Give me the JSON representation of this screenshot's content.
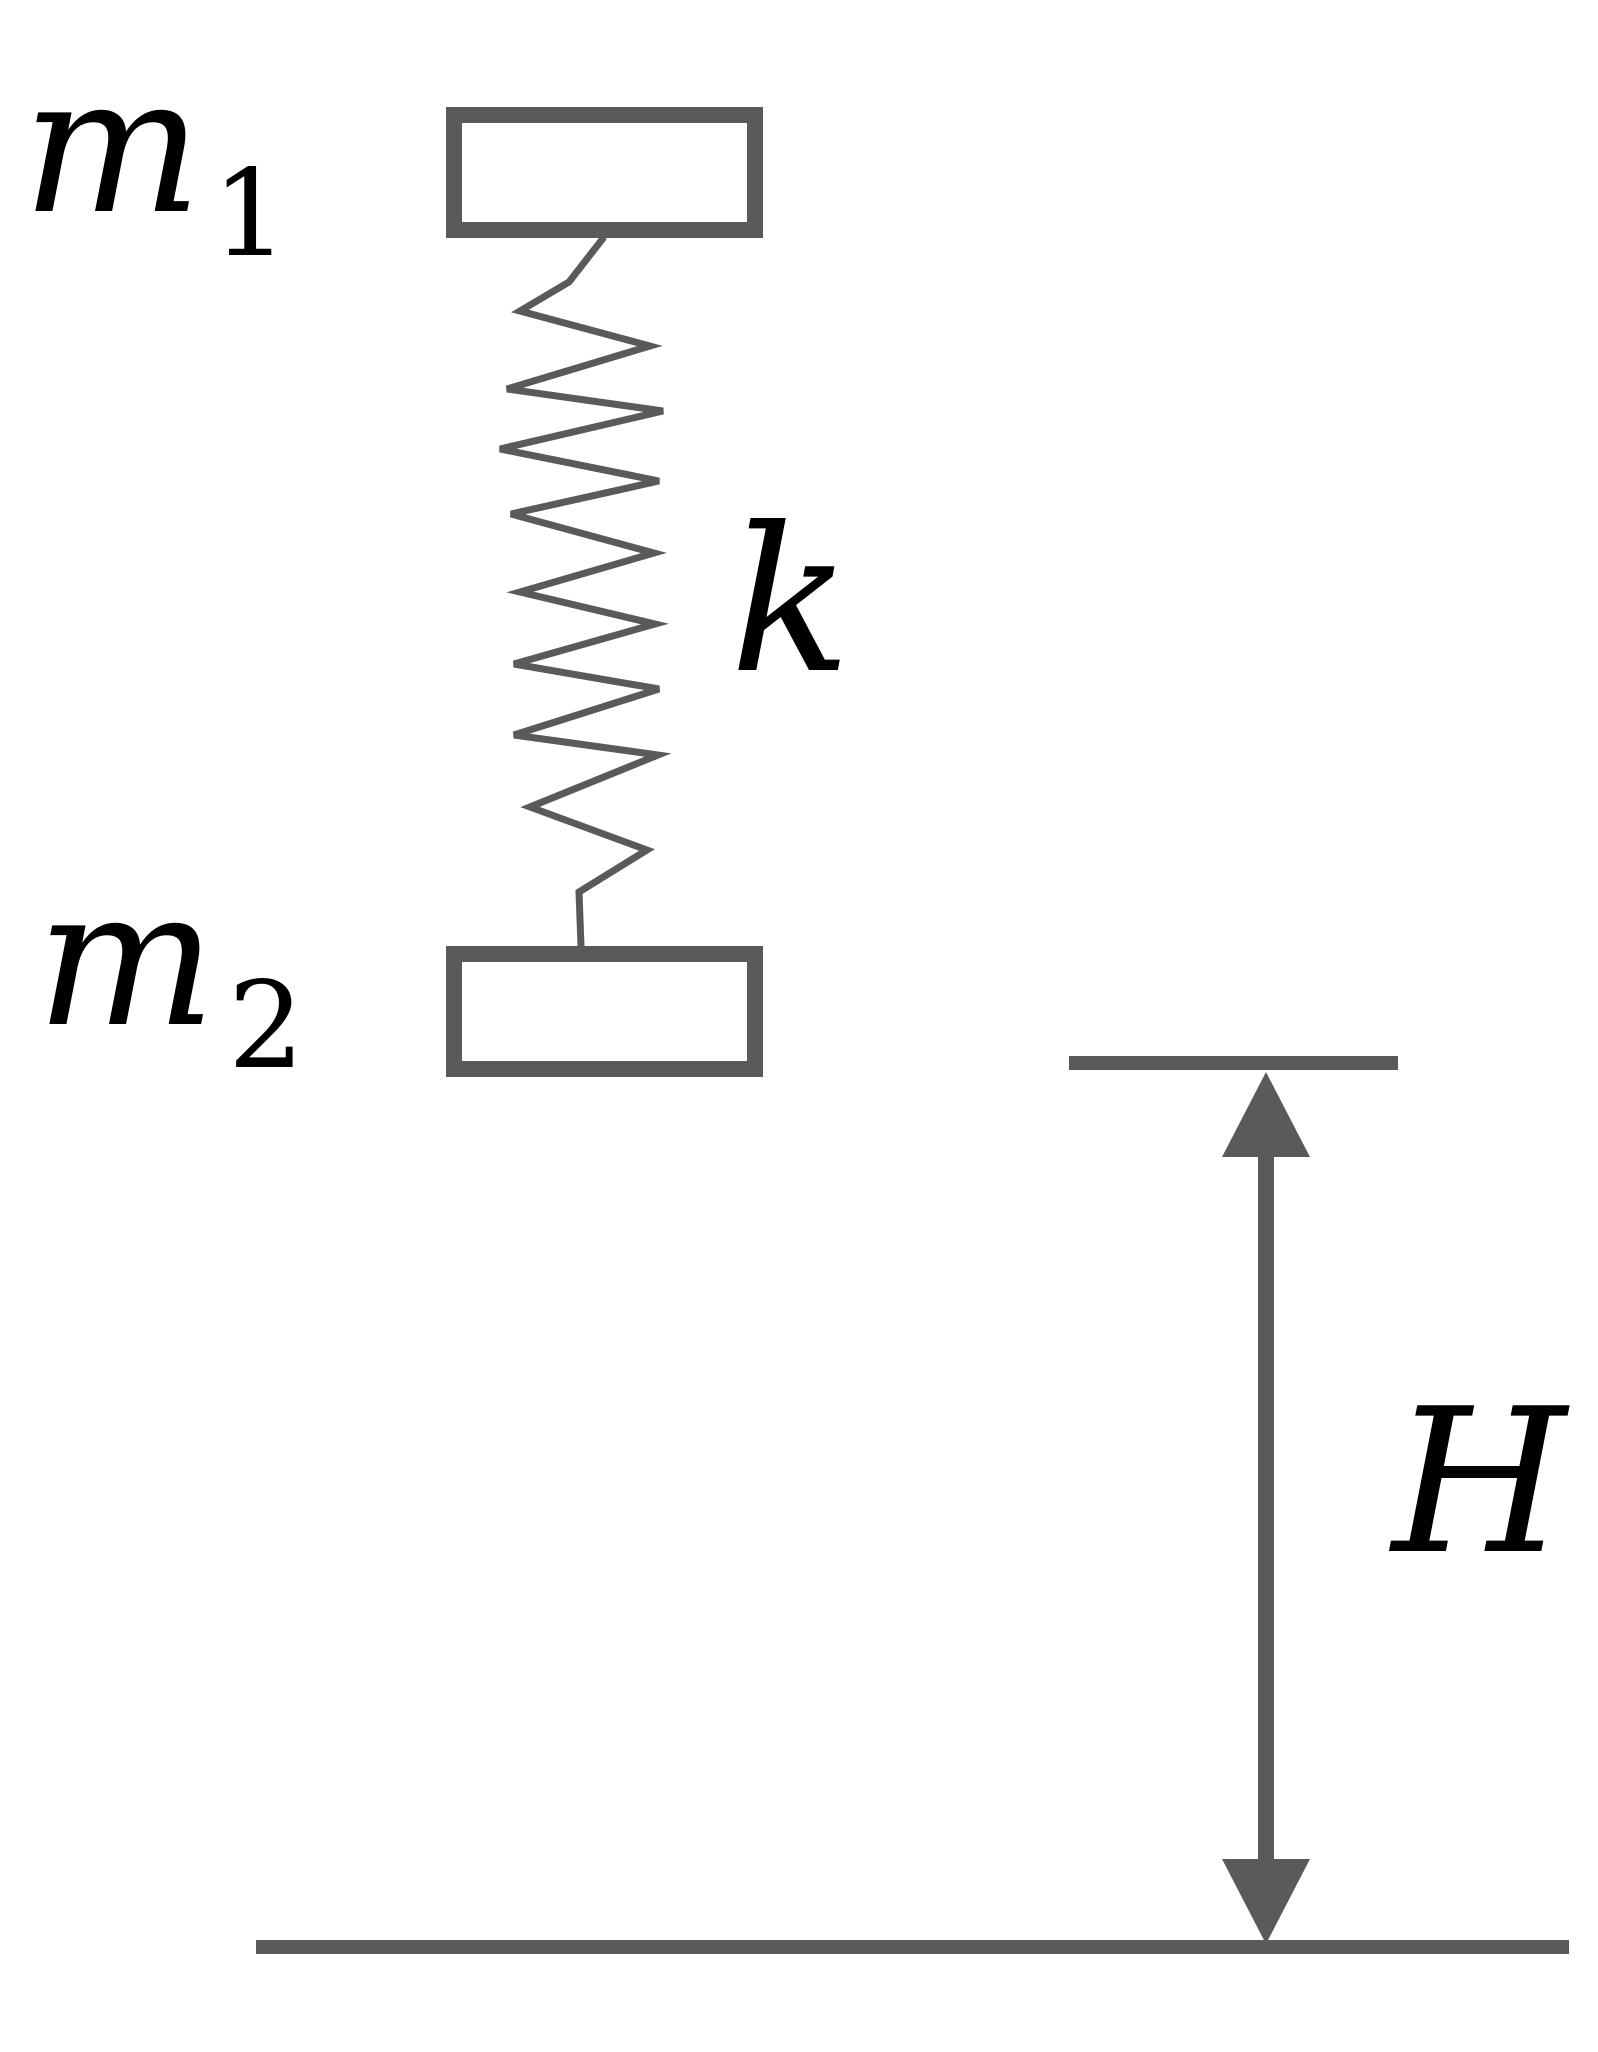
{
  "labels": {
    "mass1": "m",
    "mass1_sub": "1",
    "mass2": "m",
    "mass2_sub": "2",
    "spring": "k",
    "height": "H"
  },
  "colors": {
    "stroke": "#5a5a5a",
    "text": "#000000"
  }
}
